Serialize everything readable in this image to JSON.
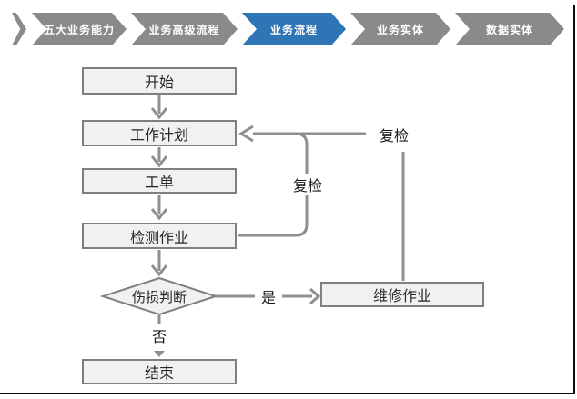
{
  "banner": {
    "active_color": "#2E75B6",
    "inactive_color": "#8A8A8A",
    "text_color": "#FFFFFF",
    "items": [
      {
        "label": "五大业务能力",
        "active": false
      },
      {
        "label": "业务高级流程",
        "active": false
      },
      {
        "label": "业务流程",
        "active": true
      },
      {
        "label": "业务实体",
        "active": false
      },
      {
        "label": "数据实体",
        "active": false
      }
    ]
  },
  "flowchart": {
    "node_fill": "#F1F1F1",
    "node_border": "#7F7F7F",
    "line_color": "#8F8F8F",
    "nodes": [
      {
        "id": "start",
        "label": "开始",
        "type": "process"
      },
      {
        "id": "plan",
        "label": "工作计划",
        "type": "process"
      },
      {
        "id": "order",
        "label": "工单",
        "type": "process"
      },
      {
        "id": "inspect",
        "label": "检测作业",
        "type": "process"
      },
      {
        "id": "judge",
        "label": "伤损判断",
        "type": "decision"
      },
      {
        "id": "repair",
        "label": "维修作业",
        "type": "process"
      },
      {
        "id": "end",
        "label": "结束",
        "type": "process"
      }
    ],
    "edge_labels": {
      "recheck_mid": "复检",
      "recheck_right": "复检",
      "yes": "是",
      "no": "否"
    }
  }
}
